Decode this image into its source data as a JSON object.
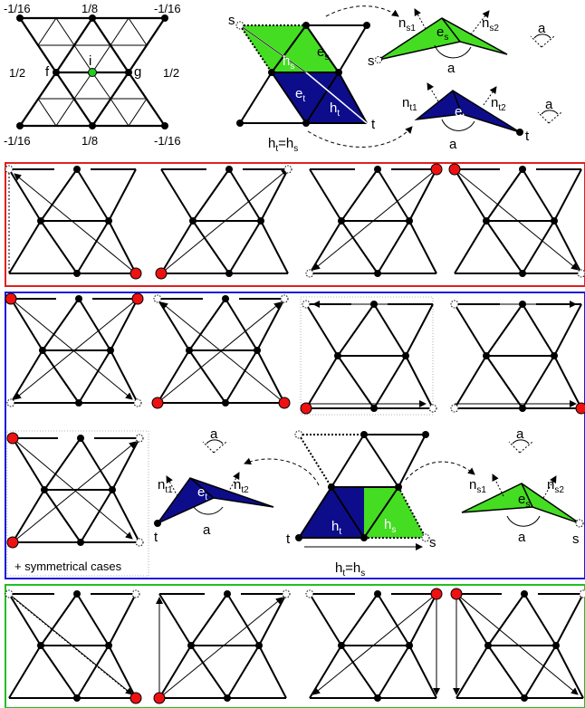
{
  "colors": {
    "red_frame": "#e02020",
    "blue_frame": "#1a1ae0",
    "green_frame": "#22c022",
    "green_fill": "#44dd22",
    "navy_fill": "#0d0d8c",
    "red_node": "#ee1111",
    "center_node": "#22cc22",
    "ink": "#000000",
    "white": "#ffffff"
  },
  "stencil": {
    "top_left": "-1/16",
    "top_mid": "1/8",
    "top_right": "-1/16",
    "left": "1/2",
    "right": "1/2",
    "bottom_left": "-1/16",
    "bottom_mid": "1/8",
    "bottom_right": "-1/16",
    "i": "i",
    "f": "f",
    "g": "g"
  },
  "symbols": {
    "s": "s",
    "t": "t",
    "a": "a",
    "e": "e",
    "n": "n",
    "h": "h",
    "equals": "=",
    "sub_s": "s",
    "sub_t": "t",
    "sub_s1": "s1",
    "sub_s2": "s2",
    "sub_t1": "t1",
    "sub_t2": "t2"
  },
  "note": "+ symmetrical cases"
}
